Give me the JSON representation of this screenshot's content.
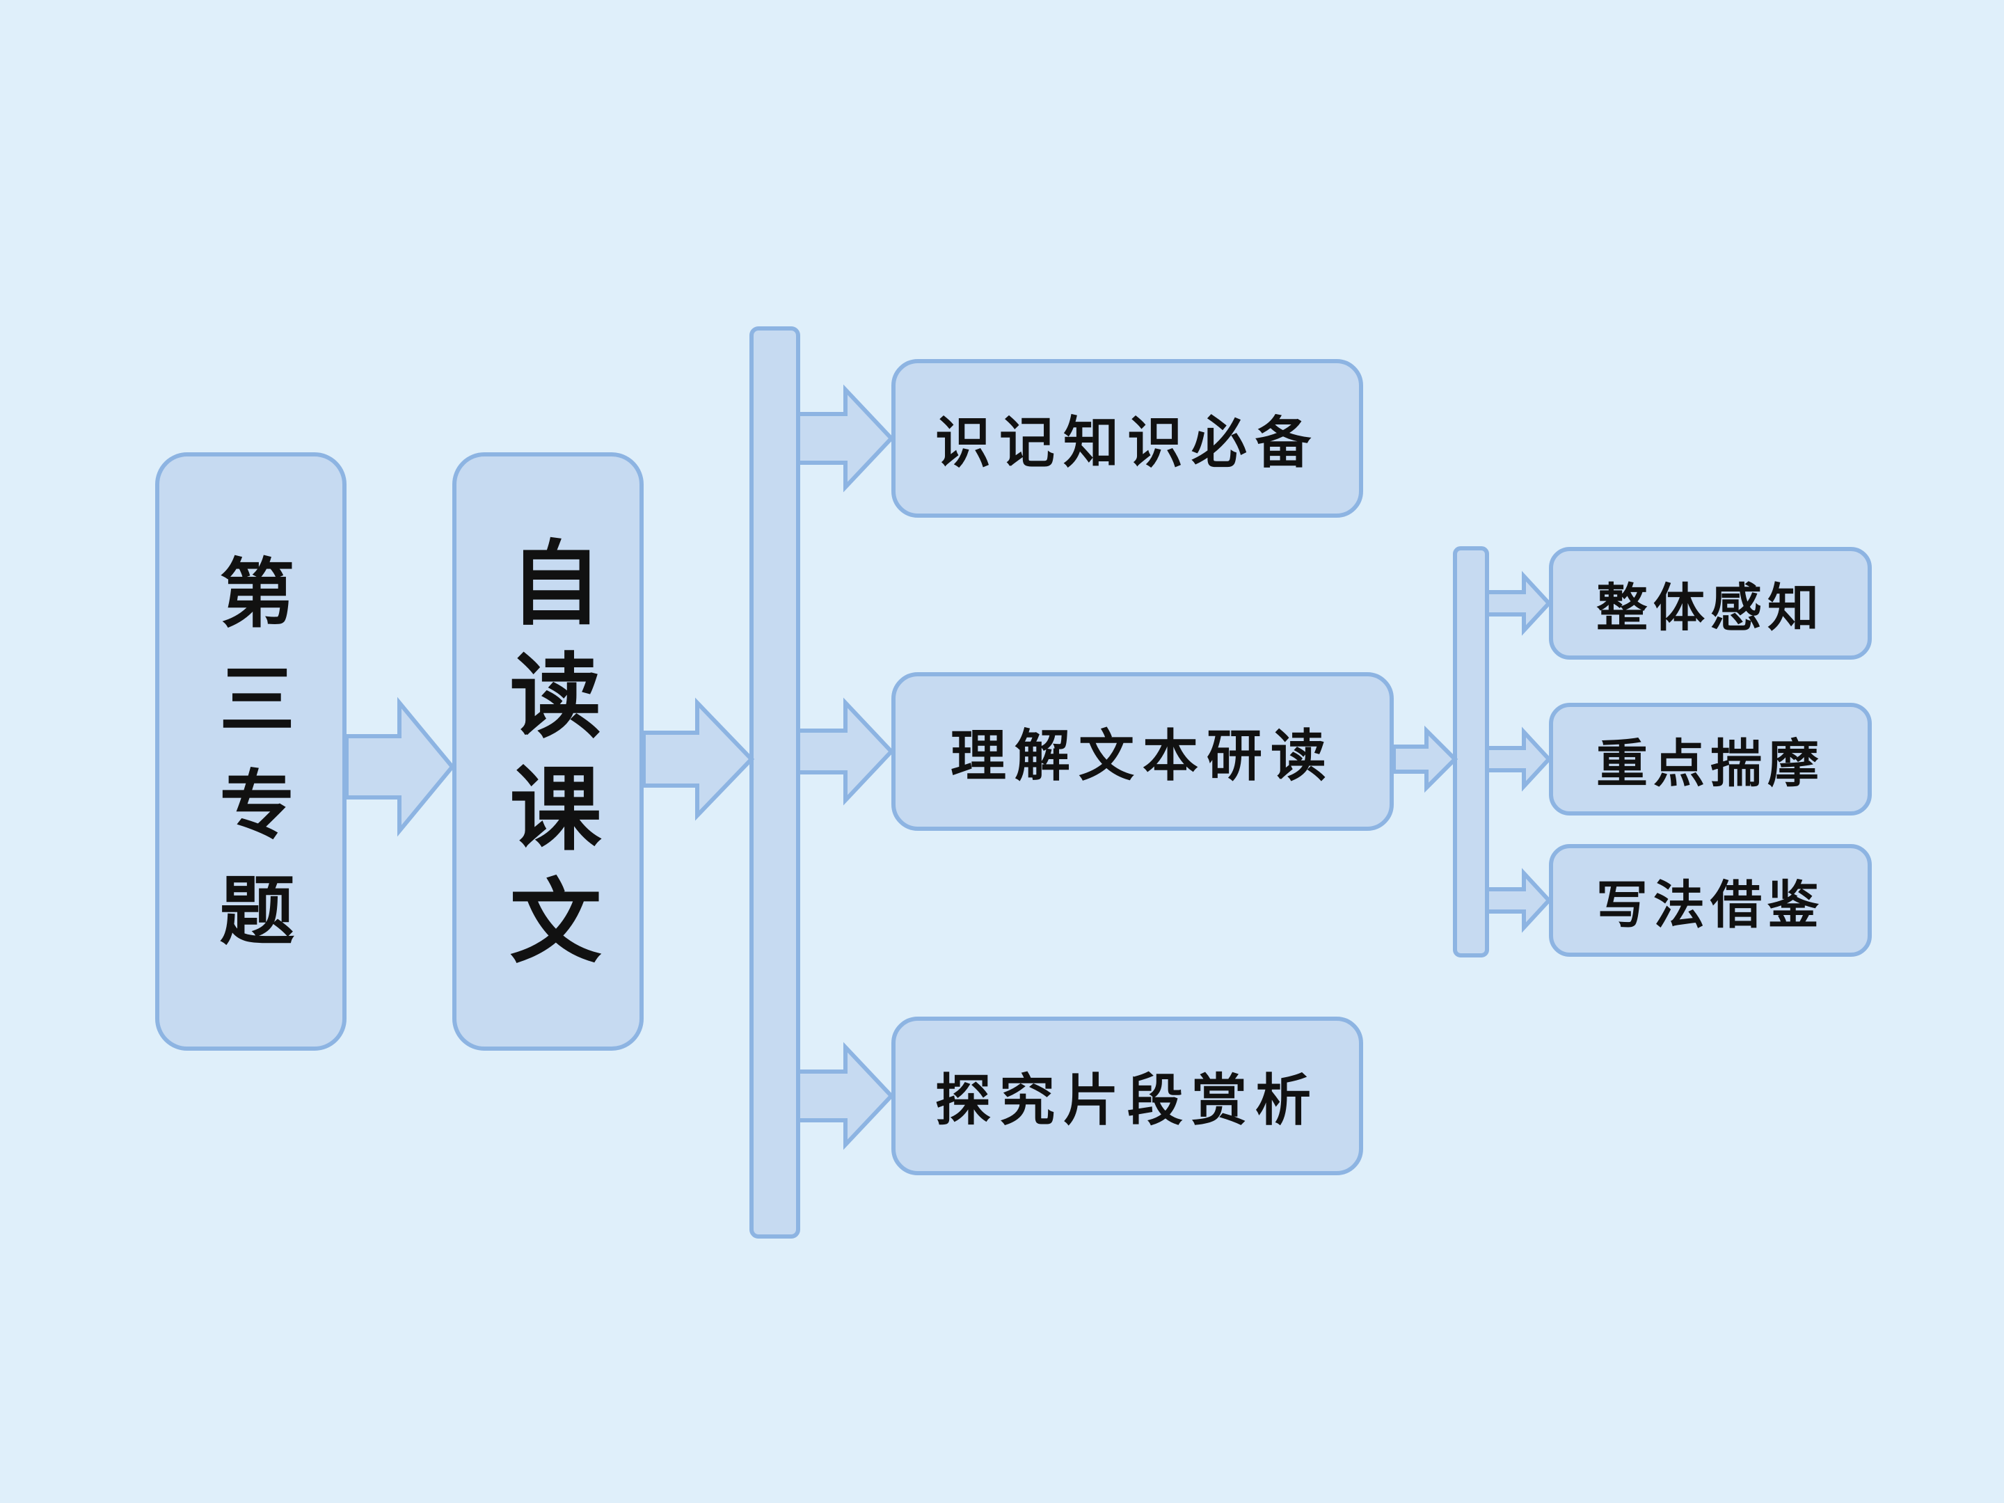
{
  "diagram": {
    "topic": "第三专题",
    "self_reading": "自读课文",
    "branches": [
      "识记知识必备",
      "理解文本研读",
      "探究片段赏析"
    ],
    "sub_branches": [
      "整体感知",
      "重点揣摩",
      "写法借鉴"
    ]
  },
  "colors": {
    "background": "#dfeffa",
    "box_fill": "#c6daf1",
    "box_border": "#8db4e2",
    "text": "#111111"
  }
}
